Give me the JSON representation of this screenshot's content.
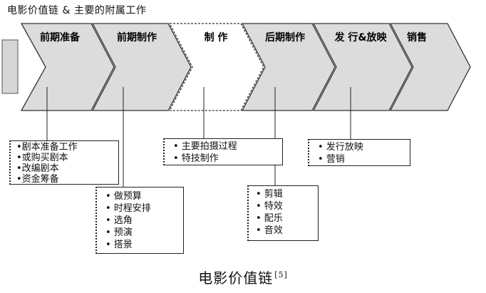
{
  "title": "电影价值链 & 主要的附属工作",
  "caption": "电影价值链",
  "citation": "[5]",
  "stages": [
    {
      "label": "前期准备",
      "fill": "#dcdcdc"
    },
    {
      "label": "前期制作",
      "fill": "#dcdcdc"
    },
    {
      "label": "制 作",
      "fill": "#ffffff"
    },
    {
      "label": "后期制作",
      "fill": "#dcdcdc"
    },
    {
      "label": "发 行&放映",
      "fill": "#dcdcdc"
    },
    {
      "label": "销售",
      "fill": "#dcdcdc"
    }
  ],
  "boxes": [
    {
      "items": [
        "•剧本准备工作",
        "•或购买剧本",
        "•改编剧本",
        "•资金筹备"
      ]
    },
    {
      "items": [
        "• 做预算",
        "• 时程安排",
        "• 选角",
        "• 预演",
        "• 搭景"
      ]
    },
    {
      "items": [
        "• 主要拍摄过程",
        "• 特技制作"
      ]
    },
    {
      "items": [
        "• 剪辑",
        "• 特效",
        "• 配乐",
        "• 音效"
      ]
    },
    {
      "items": [
        "• 发行放映",
        "• 营销"
      ]
    }
  ]
}
